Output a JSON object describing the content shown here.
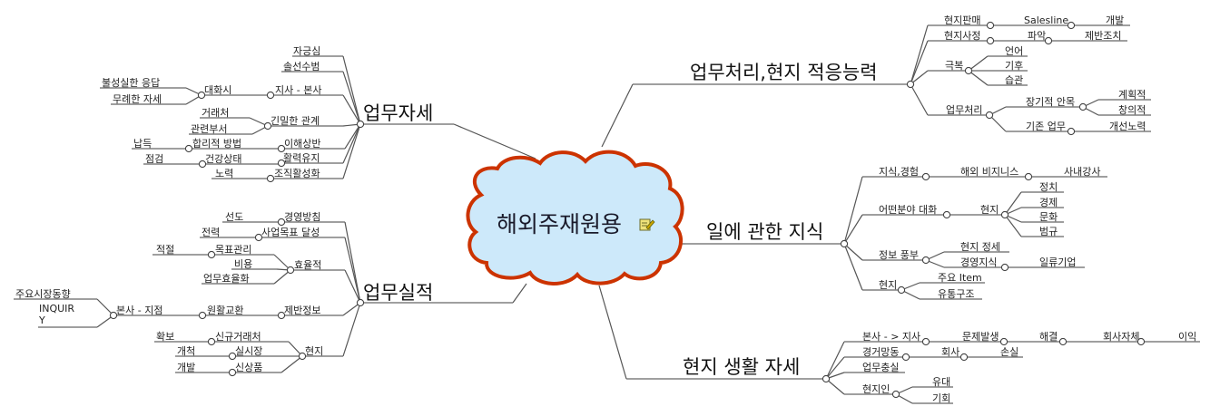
{
  "center": {
    "label": "해외주재원용",
    "icon": "note-edit-icon"
  },
  "topics": {
    "attitude": {
      "label": "업무자세",
      "children": {
        "pride": "자긍심",
        "example": "솔선수범",
        "branch_hq": {
          "label": "지사 - 본사",
          "conversation": {
            "label": "대화시",
            "insincere": "불성실한 응답",
            "rude": "무례한 자세"
          }
        },
        "close": {
          "label": "긴밀한 관계",
          "clients": "거래처",
          "depts": "관련부서"
        },
        "conflict": {
          "label": "이해상반",
          "rational": {
            "label": "합리적 방법",
            "persuade": "납득"
          }
        },
        "vitality": {
          "label": "활력유지",
          "health": {
            "label": "건강상태",
            "check": "점검"
          }
        },
        "org": {
          "label": "조직활성화",
          "effort": "노력"
        }
      }
    },
    "performance": {
      "label": "업무실적",
      "children": {
        "policy": {
          "label": "경영방침",
          "lead": "선도"
        },
        "goal": {
          "label": "사업목표 달성",
          "power": "전력"
        },
        "efficient": {
          "label": "효율적",
          "target": {
            "label": "목표관리",
            "proper": "적절"
          },
          "cost": "비용",
          "work": "업무효율화"
        },
        "info": {
          "label": "제반정보",
          "exchange": {
            "label": "원활교환",
            "hq_branch": {
              "label": "본사 - 지점",
              "trend": "주요시장동향",
              "inquiry_1": "INQUIR",
              "inquiry_2": "Y"
            }
          }
        },
        "local": {
          "label": "현지",
          "newclient": {
            "label": "신규거래처",
            "secure": "확보"
          },
          "market": {
            "label": "실시장",
            "pioneer": "개척"
          },
          "product": {
            "label": "신상품",
            "develop": "개발"
          }
        }
      }
    },
    "adapt": {
      "label": "업무처리,현지 적응능력",
      "children": {
        "sales": {
          "label": "현지판매",
          "salesline": {
            "label": "Salesline",
            "develop": "개발"
          }
        },
        "situation": {
          "label": "현지사정",
          "grasp": {
            "label": "파악",
            "measures": "제반조치"
          }
        },
        "overcome": {
          "label": "극복",
          "language": "언어",
          "climate": "기후",
          "custom": "습관"
        },
        "handling": {
          "label": "업무처리",
          "longterm": {
            "label": "장기적 안목",
            "planned": "계획적",
            "creative": "창의적"
          },
          "existing": {
            "label": "기존 업무",
            "improve": "개선노력"
          }
        }
      }
    },
    "knowledge": {
      "label": "일에 관한 지식",
      "children": {
        "exp": {
          "label": "지식,경험",
          "biz": {
            "label": "해외 비지니스",
            "lecturer": "사내강사"
          }
        },
        "talk": {
          "label": "어떤분야 대화",
          "local": {
            "label": "현지",
            "politics": "정치",
            "economy": "경제",
            "culture": "문화",
            "law": "범규"
          }
        },
        "rich": {
          "label": "정보 풍부",
          "situation": "현지 정세",
          "mgmt": {
            "label": "경영지식",
            "top": "일류기업"
          }
        },
        "local": {
          "label": "현지",
          "item": "주요 Item",
          "dist": "유통구조"
        }
      }
    },
    "life": {
      "label": "현지 생활 자세",
      "children": {
        "hq": {
          "label": "본사 - > 지사",
          "problem": {
            "label": "문제발생",
            "solve": {
              "label": "해결",
              "company": {
                "label": "회사자체",
                "profit": "이익"
              }
            }
          }
        },
        "rash": {
          "label": "경거망동",
          "company": {
            "label": "회사",
            "loss": "손실"
          }
        },
        "faithful": "업무충실",
        "locals": {
          "label": "현지인",
          "bond": "유대",
          "chance": "기회"
        }
      }
    }
  },
  "colors": {
    "cloud_fill": "#cde9fa",
    "cloud_stroke": "#cc3300",
    "line": "#555555"
  }
}
